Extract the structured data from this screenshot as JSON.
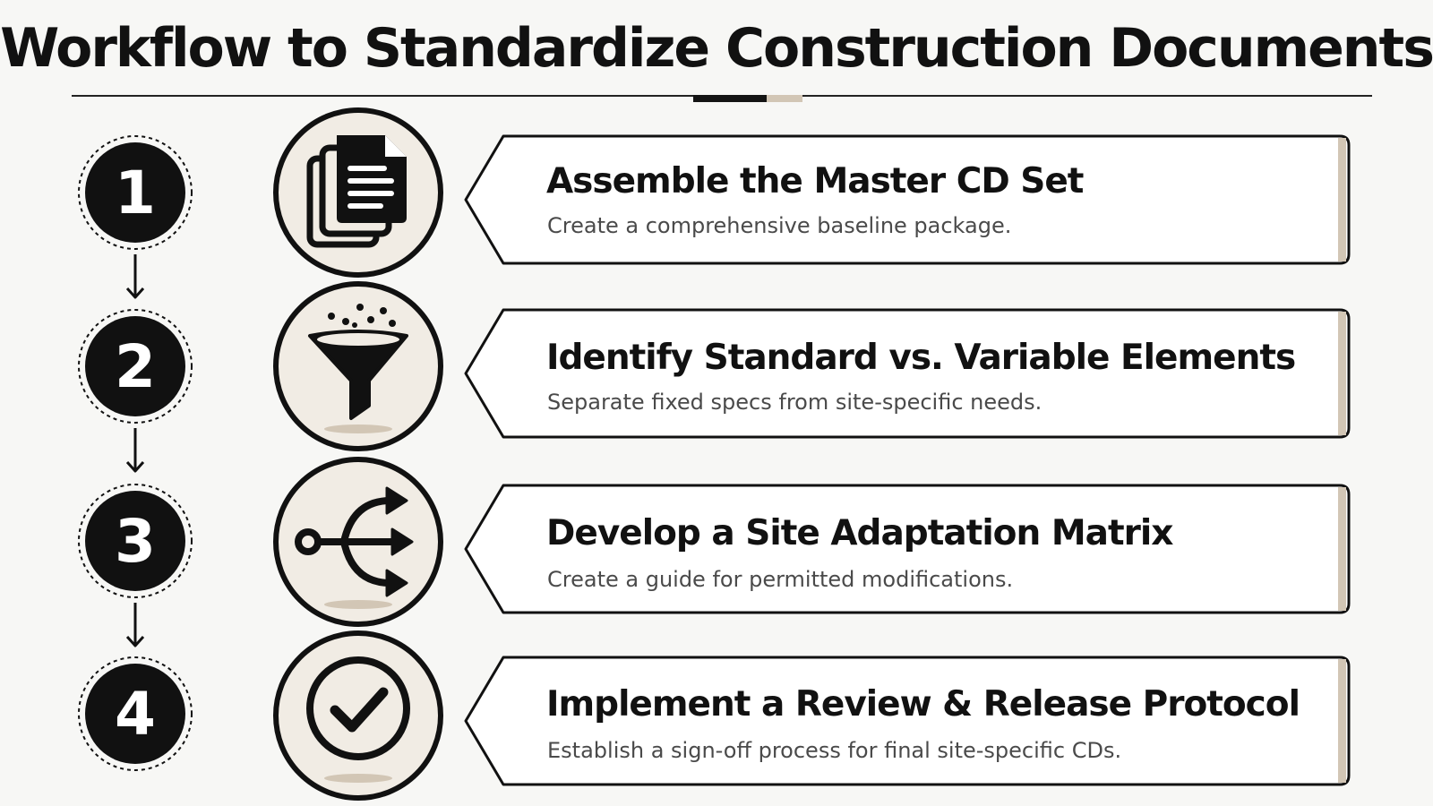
{
  "title": "Workflow to Standardize Construction Documents",
  "colors": {
    "ink": "#111111",
    "accent_tan": "#d2c6b5",
    "icon_fill": "#f1ece4",
    "card_fill": "#ffffff",
    "page_bg": "#f7f7f5",
    "desc_text": "#4a4a4a"
  },
  "steps": [
    {
      "number": "1",
      "icon": "documents-icon",
      "title": "Assemble the Master CD Set",
      "description": "Create a comprehensive baseline package."
    },
    {
      "number": "2",
      "icon": "funnel-icon",
      "title": "Identify Standard vs. Variable Elements",
      "description": "Separate fixed specs from site-specific needs."
    },
    {
      "number": "3",
      "icon": "branching-arrows-icon",
      "title": "Develop a Site Adaptation Matrix",
      "description": "Create a guide for permitted modifications."
    },
    {
      "number": "4",
      "icon": "checkmark-icon",
      "title": "Implement a Review & Release Protocol",
      "description": "Establish a sign-off process for final site-specific CDs."
    }
  ]
}
